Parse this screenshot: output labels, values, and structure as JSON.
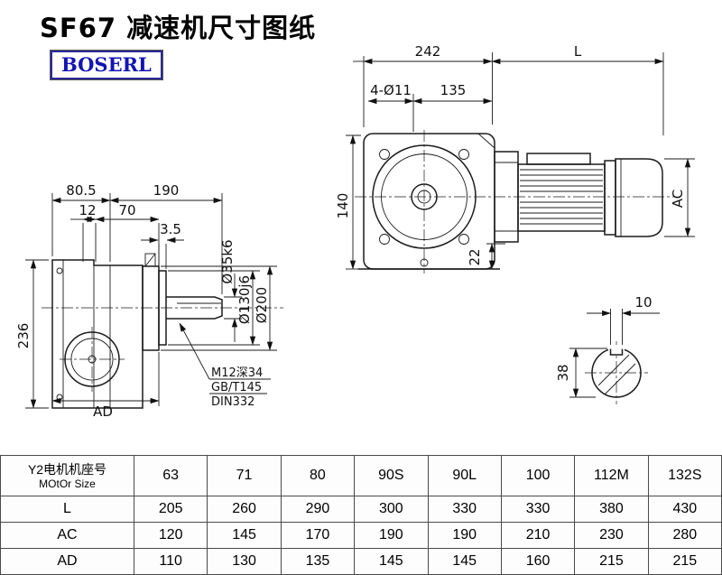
{
  "title": "SF67 减速机尺寸图纸",
  "logo": "BOSERL",
  "front_view": {
    "dim_242": "242",
    "dim_L": "L",
    "holes_note": "4-Ø11",
    "dim_135": "135",
    "dim_140": "140",
    "dim_22": "22",
    "dim_AC": "AC"
  },
  "side_view": {
    "dim_80_5": "80.5",
    "dim_190": "190",
    "dim_12": "12",
    "dim_70": "70",
    "dim_3_5": "3.5",
    "dim_236": "236",
    "dim_AD": "AD",
    "dia_shaft": "Ø35k6",
    "dia_spigot": "Ø130j6",
    "dia_flange": "Ø200",
    "callout_line1": "M12深34",
    "callout_line2": "GB/T145",
    "callout_line3": "DIN332"
  },
  "shaft_detail": {
    "dim_10": "10",
    "dim_38": "38"
  },
  "table": {
    "motor_label_cn": "Y2电机机座号",
    "motor_label_en": "MOtOr Size",
    "sizes": [
      "63",
      "71",
      "80",
      "90S",
      "90L",
      "100",
      "112M",
      "132S"
    ],
    "rows": [
      {
        "label": "L",
        "values": [
          "205",
          "260",
          "290",
          "300",
          "330",
          "330",
          "380",
          "430"
        ]
      },
      {
        "label": "AC",
        "values": [
          "120",
          "145",
          "170",
          "190",
          "190",
          "210",
          "230",
          "280"
        ]
      },
      {
        "label": "AD",
        "values": [
          "110",
          "130",
          "135",
          "145",
          "145",
          "160",
          "215",
          "215"
        ]
      }
    ]
  }
}
